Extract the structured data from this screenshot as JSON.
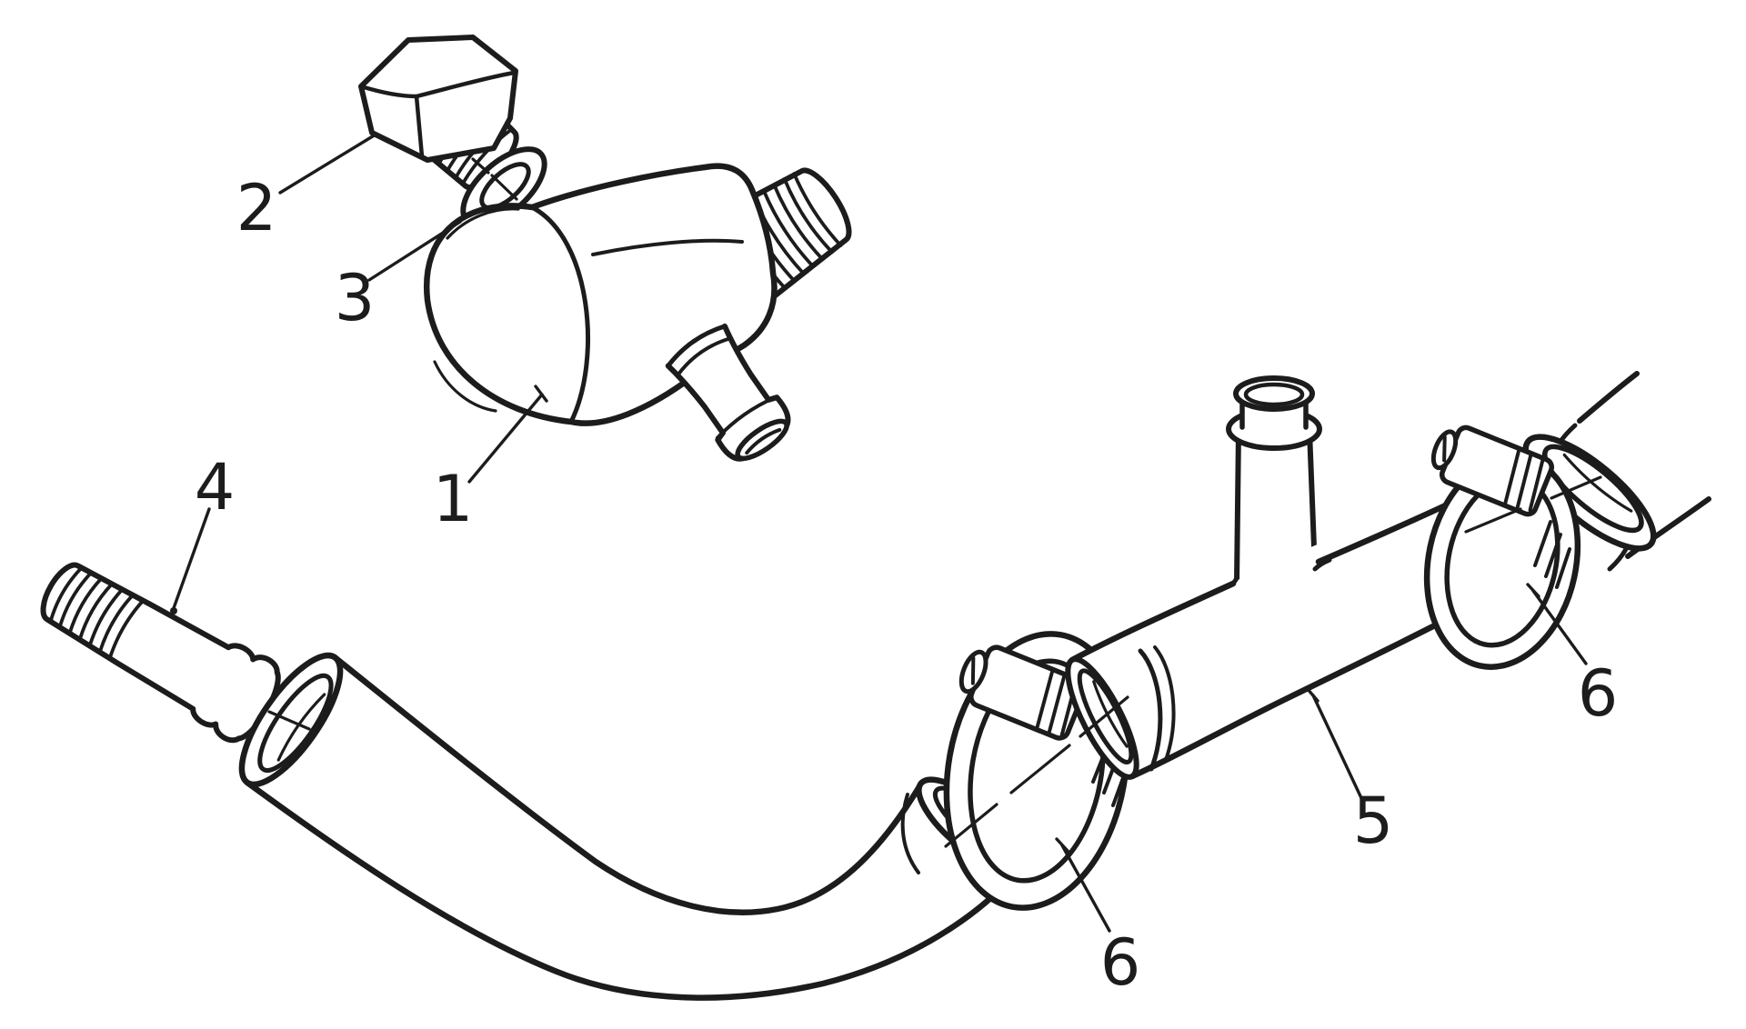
{
  "figure": {
    "type": "exploded-parts-line-diagram",
    "background_color": "#ffffff",
    "line_color": "#1c1c1c",
    "callouts": [
      {
        "label": "1"
      },
      {
        "label": "2"
      },
      {
        "label": "3"
      },
      {
        "label": "4"
      },
      {
        "label": "5"
      },
      {
        "label": "6"
      },
      {
        "label": "6"
      }
    ]
  }
}
